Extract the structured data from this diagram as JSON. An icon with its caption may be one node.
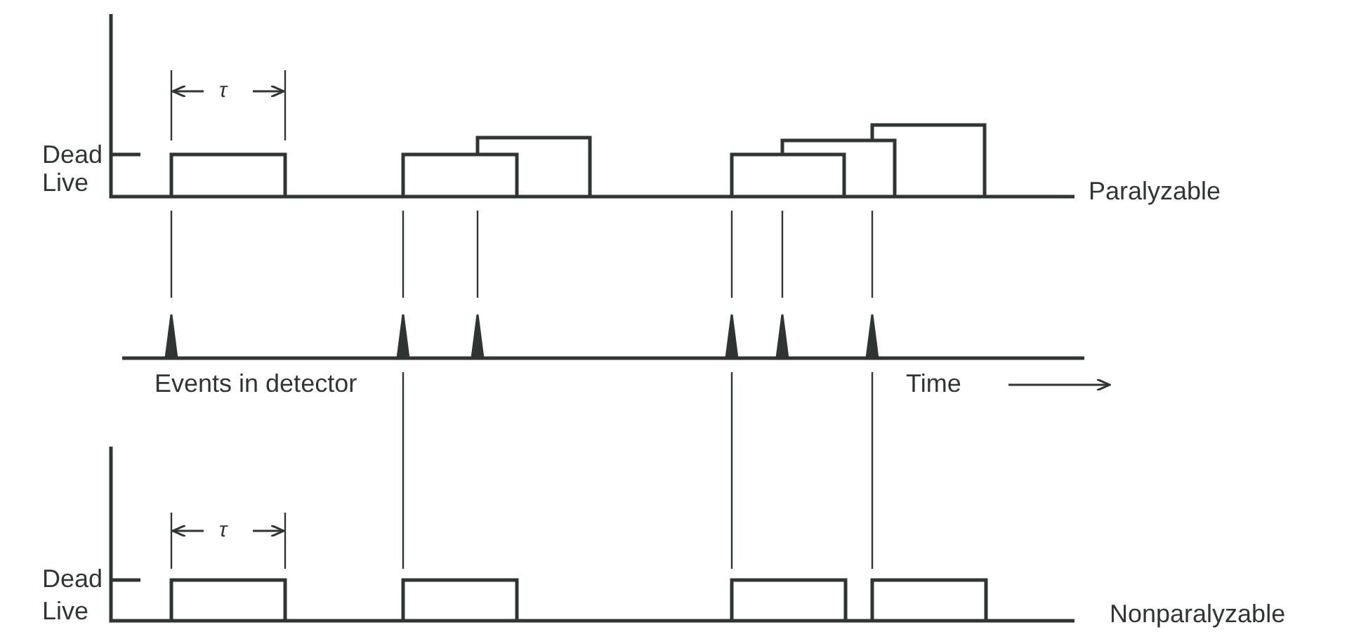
{
  "diagram": {
    "labels": [
      "Dead",
      "Live",
      "τ",
      "Paralyzable",
      "Events in detector",
      "Time",
      "Dead",
      "Live",
      "τ",
      "Nonparalyzable"
    ]
  }
}
